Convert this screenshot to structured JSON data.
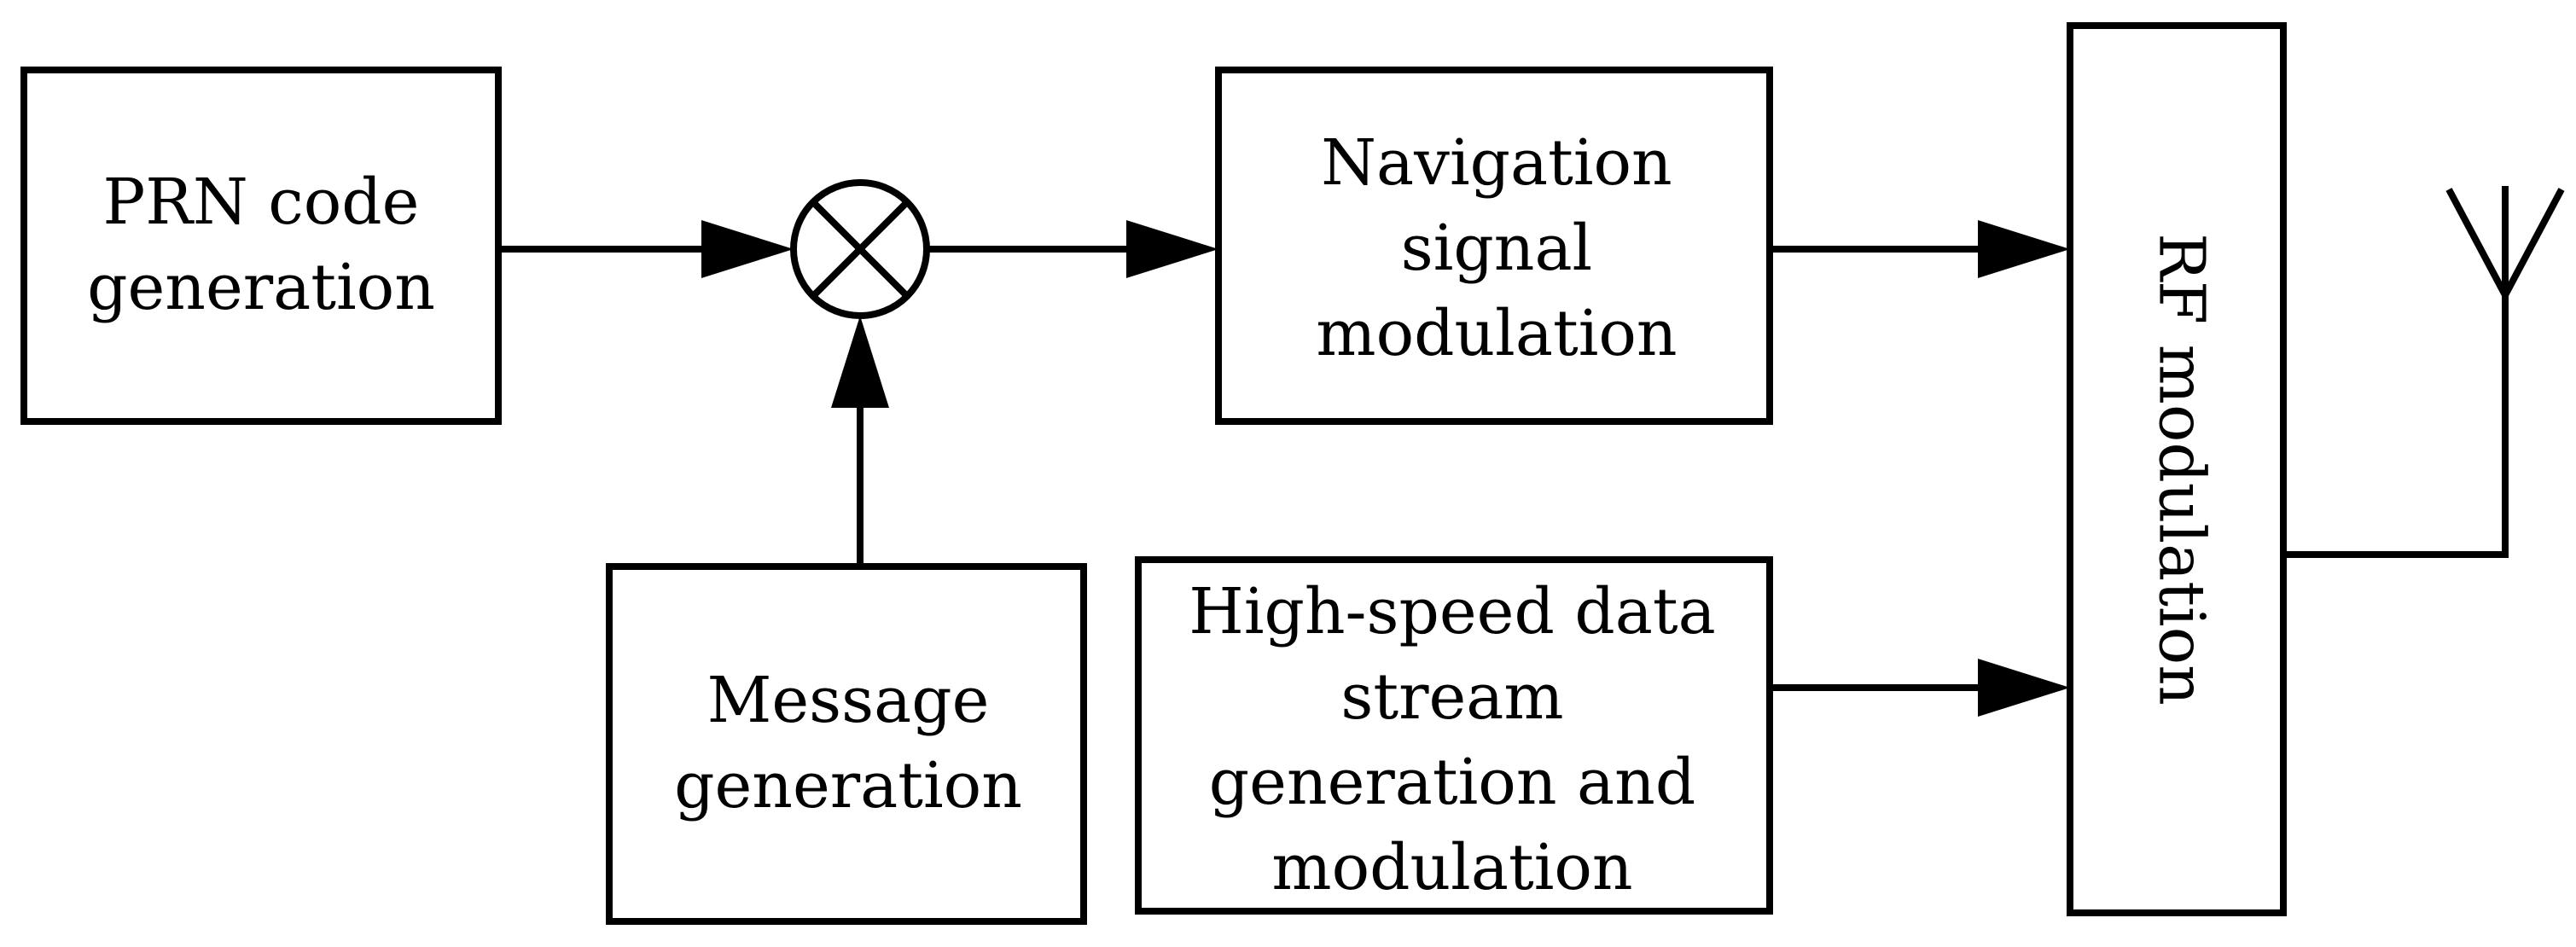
{
  "blocks": {
    "prn": {
      "lines": [
        "PRN code",
        "generation"
      ]
    },
    "message": {
      "lines": [
        "Message",
        "generation"
      ]
    },
    "navigation": {
      "lines": [
        "Navigation",
        "signal",
        "modulation"
      ]
    },
    "highspeed": {
      "lines": [
        "High-speed data",
        "stream",
        "generation and",
        "modulation"
      ]
    },
    "rf": {
      "label": "RF modulation"
    }
  },
  "mixer": {
    "symbol": "multiplier"
  },
  "antenna": {
    "icon": "antenna-icon"
  },
  "colors": {
    "stroke": "#000000",
    "background": "#ffffff"
  }
}
